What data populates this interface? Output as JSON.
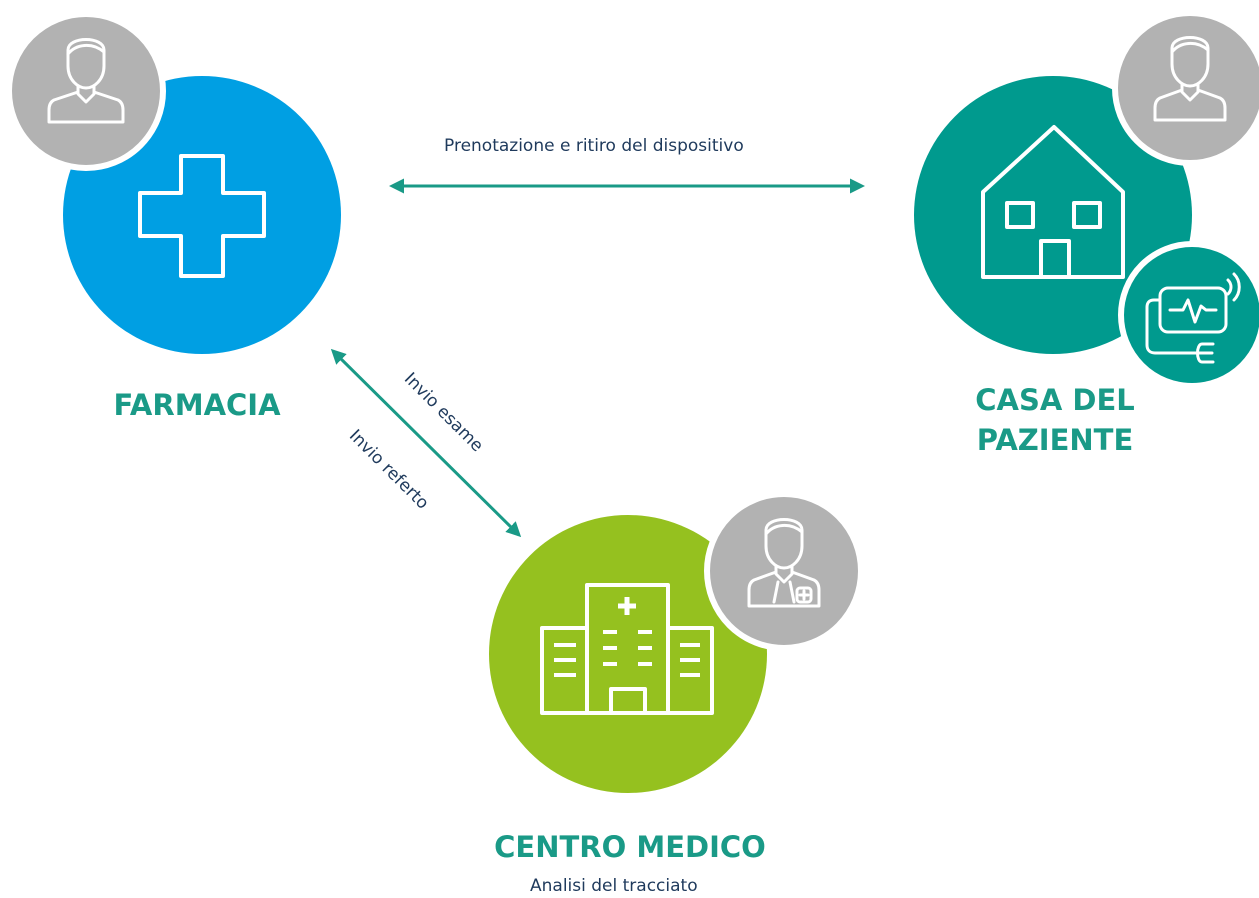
{
  "nodes": {
    "pharmacy": {
      "title": "FARMACIA",
      "color": "#009fe3",
      "icon": "pharmacy-cross-icon"
    },
    "home": {
      "title_line1": "CASA DEL",
      "title_line2": "PAZIENTE",
      "color": "#009a8e",
      "icon": "house-icon"
    },
    "medical_center": {
      "title": "CENTRO MEDICO",
      "subtitle": "Analisi del tracciato",
      "color": "#95c11f",
      "icon": "hospital-building-icon"
    }
  },
  "flows": {
    "pharmacy_home": "Prenotazione e ritiro del dispositivo",
    "exam_sent": "Invio esame",
    "report_sent": "Invio referto"
  },
  "colors": {
    "title_text": "#1a9a87",
    "label_text": "#1f3a5c",
    "arrow": "#1a9a87",
    "avatar_bg": "#b2b2b2"
  },
  "icons": [
    "user-avatar-icon",
    "doctor-avatar-icon",
    "ecg-monitor-device-icon"
  ]
}
